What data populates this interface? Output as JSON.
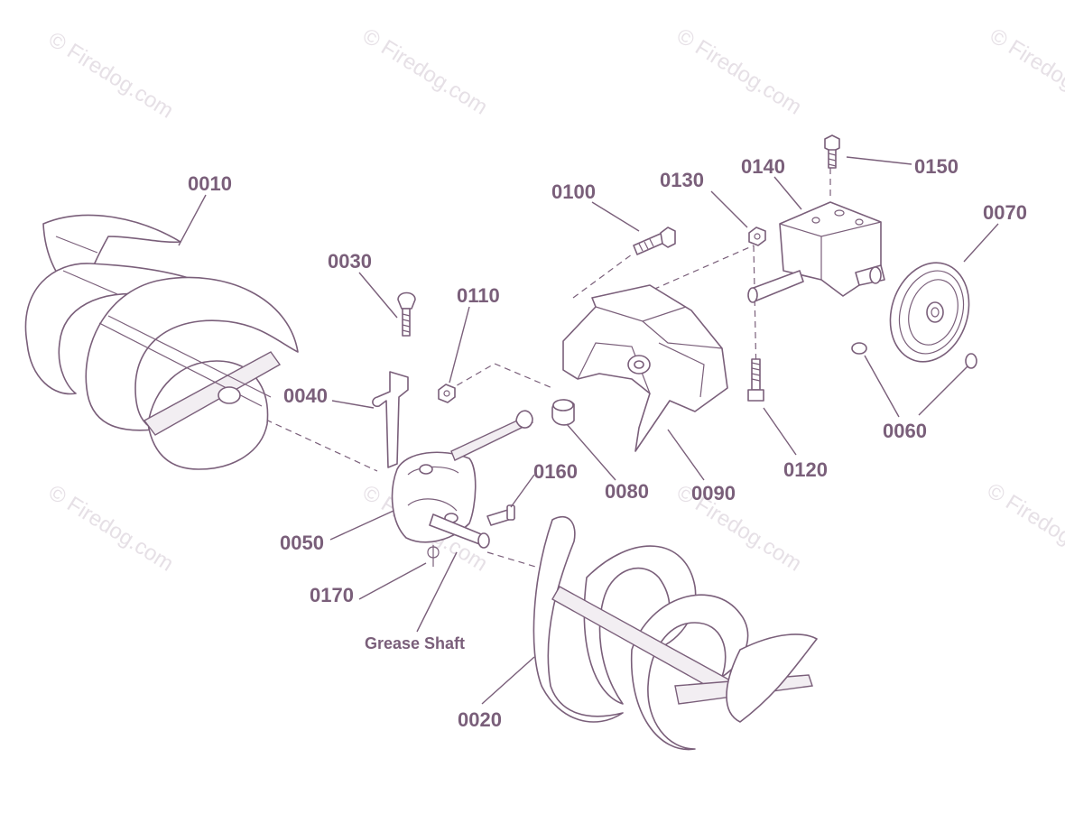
{
  "watermark": "© Firedog.com",
  "colors": {
    "ink": "#7a5f7a",
    "watermark": "#e6e0e6",
    "background": "#ffffff"
  },
  "labels": {
    "p0010": "0010",
    "p0020": "0020",
    "p0030": "0030",
    "p0040": "0040",
    "p0050": "0050",
    "p0060": "0060",
    "p0070": "0070",
    "p0080": "0080",
    "p0090": "0090",
    "p0100": "0100",
    "p0110": "0110",
    "p0120": "0120",
    "p0130": "0130",
    "p0140": "0140",
    "p0150": "0150",
    "p0160": "0160",
    "p0170": "0170",
    "grease_shaft": "Grease Shaft"
  }
}
